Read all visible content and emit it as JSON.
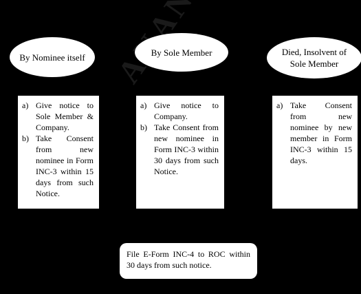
{
  "diagram": {
    "watermark": "ANAND SINGH",
    "nodes": [
      {
        "label": "By Nominee itself"
      },
      {
        "label": "By Sole Member"
      },
      {
        "label": "Died, Insolvent of Sole Member"
      }
    ],
    "boxes": [
      {
        "items": [
          {
            "marker": "a)",
            "text": "Give notice to Sole Member & Company."
          },
          {
            "marker": "b)",
            "text": "Take Consent from new nominee in Form INC-3 within 15 days from such Notice."
          }
        ]
      },
      {
        "items": [
          {
            "marker": "a)",
            "text": "Give notice to Company."
          },
          {
            "marker": "b)",
            "text": "Take Consent from new nominee in Form INC-3 within 30 days from such Notice."
          }
        ]
      },
      {
        "items": [
          {
            "marker": "a)",
            "text": "Take Consent from new nominee by new member in Form INC-3 within 15 days."
          }
        ]
      }
    ],
    "final_step": "File E-Form INC-4 to ROC within 30 days from such notice."
  }
}
